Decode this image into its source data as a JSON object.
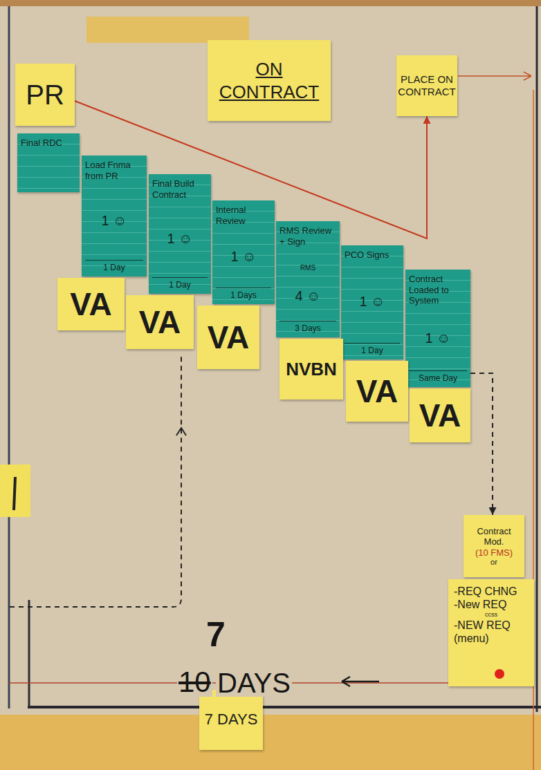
{
  "diagram": {
    "nodes": [
      {
        "text": [
          "PR"
        ]
      },
      {
        "text": [
          "ON CONTRACT"
        ]
      },
      {
        "text": [
          "PLACE ON CONTRACT"
        ]
      },
      {
        "text": [
          "Final RDC"
        ]
      },
      {
        "text": [
          "Load Fnma from PR",
          "1 ☺",
          "1 Day"
        ]
      },
      {
        "text": [
          "Final Build Contract",
          "1 ☺",
          "1 Day"
        ]
      },
      {
        "text": [
          "Internal Review",
          "1 ☺",
          "1 Days"
        ]
      },
      {
        "text": [
          "RMS Review + Sign",
          "RMS",
          "4 ☺",
          "3 Days"
        ]
      },
      {
        "text": [
          "PCO Signs",
          "1 ☺",
          "1 Day"
        ]
      },
      {
        "text": [
          "Contract Loaded to System",
          "1 ☺",
          "Same Day"
        ]
      },
      {
        "text": [
          "VA"
        ]
      },
      {
        "text": [
          "VA"
        ]
      },
      {
        "text": [
          "VA"
        ]
      },
      {
        "text": [
          "NVBN"
        ]
      },
      {
        "text": [
          "VA"
        ]
      },
      {
        "text": [
          "VA"
        ]
      },
      {
        "text": [
          "Contract Mod.",
          "(10 FMS)",
          "or"
        ]
      },
      {
        "text": [
          "-REQ CHNG",
          "-New REQ",
          "ccss",
          "-NEW REQ (menu)"
        ]
      },
      {
        "text": [
          "7 DAYS"
        ]
      }
    ],
    "edges": [
      {
        "from": 0,
        "to": 2,
        "arrow": "to"
      },
      {
        "from": 9,
        "to": 16,
        "arrow": "to"
      }
    ],
    "labels": [
      "7",
      "10",
      "DAYS"
    ]
  }
}
